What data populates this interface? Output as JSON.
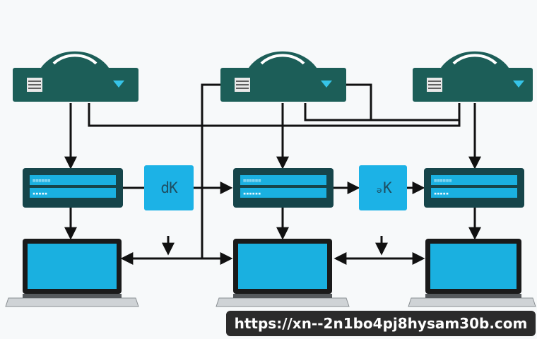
{
  "badges": [
    {
      "text": "dK"
    },
    {
      "text": "ₔK"
    }
  ],
  "switch_labels": [
    {
      "text": "≡≡≡≡≡≡"
    },
    {
      "text": "≡≡≡≡≡≡"
    },
    {
      "text": "≡≡≡≡≡≡"
    }
  ],
  "banner": {
    "url": "https://xn--2n1bo4pj8hysam30b.com"
  },
  "colors": {
    "router_green": "#1c5e58",
    "switch_dark": "#16454a",
    "screen_blue": "#1ab0e0",
    "badge_blue": "#1cb2e6",
    "line_black": "#111111"
  }
}
